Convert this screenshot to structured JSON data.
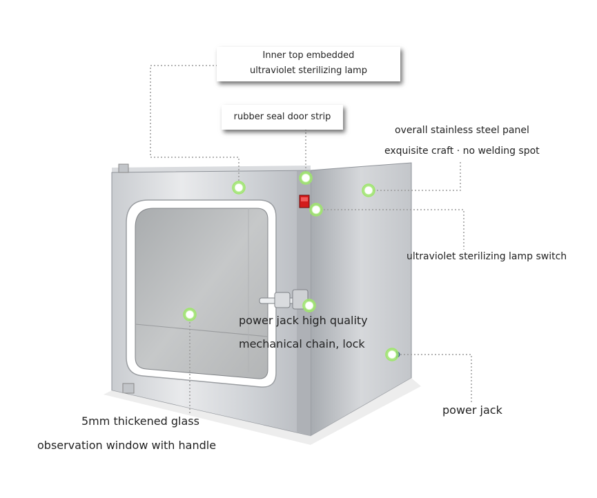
{
  "labels": {
    "inner_lamp_line1": "Inner top embedded",
    "inner_lamp_line2": "ultraviolet sterilizing lamp",
    "rubber_seal": "rubber seal door strip",
    "panel_line1": "overall stainless steel panel",
    "panel_line2": "exquisite craft · no welding spot",
    "lamp_switch": "ultraviolet sterilizing lamp switch",
    "lock_line1": "power jack high quality",
    "lock_line2": "mechanical chain, lock",
    "power_jack": "power jack",
    "glass_line1": "5mm thickened glass",
    "glass_line2": "observation window with handle"
  },
  "colors": {
    "steel_light": "#e6e7e9",
    "steel_mid": "#b9bcc0",
    "steel_dark": "#8e9298",
    "marker": "#9ee86a",
    "leader": "#9a9a9a",
    "switch_red": "#d21c1c"
  }
}
